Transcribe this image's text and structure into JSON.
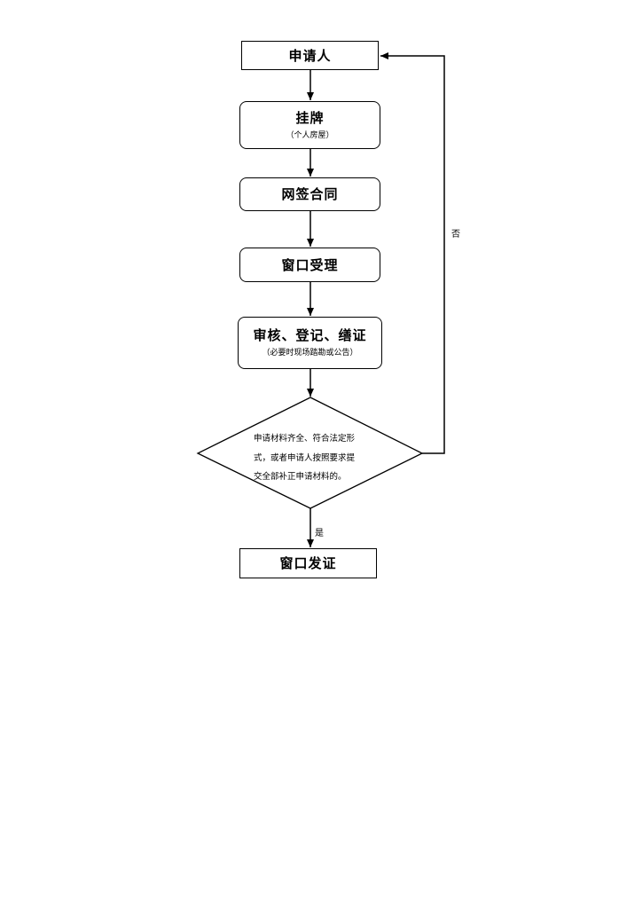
{
  "diagram": {
    "nodes": {
      "applicant": {
        "title": "申请人"
      },
      "listing": {
        "title": "挂牌",
        "subtitle": "（个人房屋）"
      },
      "contract": {
        "title": "网签合同"
      },
      "acceptance": {
        "title": "窗口受理"
      },
      "review": {
        "title": "审核、登记、缮证",
        "subtitle": "（必要时现场踏勘或公告）"
      },
      "decision": {
        "lines": [
          "申请材料齐全、符合法定形",
          "式，或者申请人按照要求提",
          "交全部补正申请材料的。"
        ]
      },
      "issue": {
        "title": "窗口发证"
      }
    },
    "edge_labels": {
      "no": "否",
      "yes": "是"
    }
  }
}
